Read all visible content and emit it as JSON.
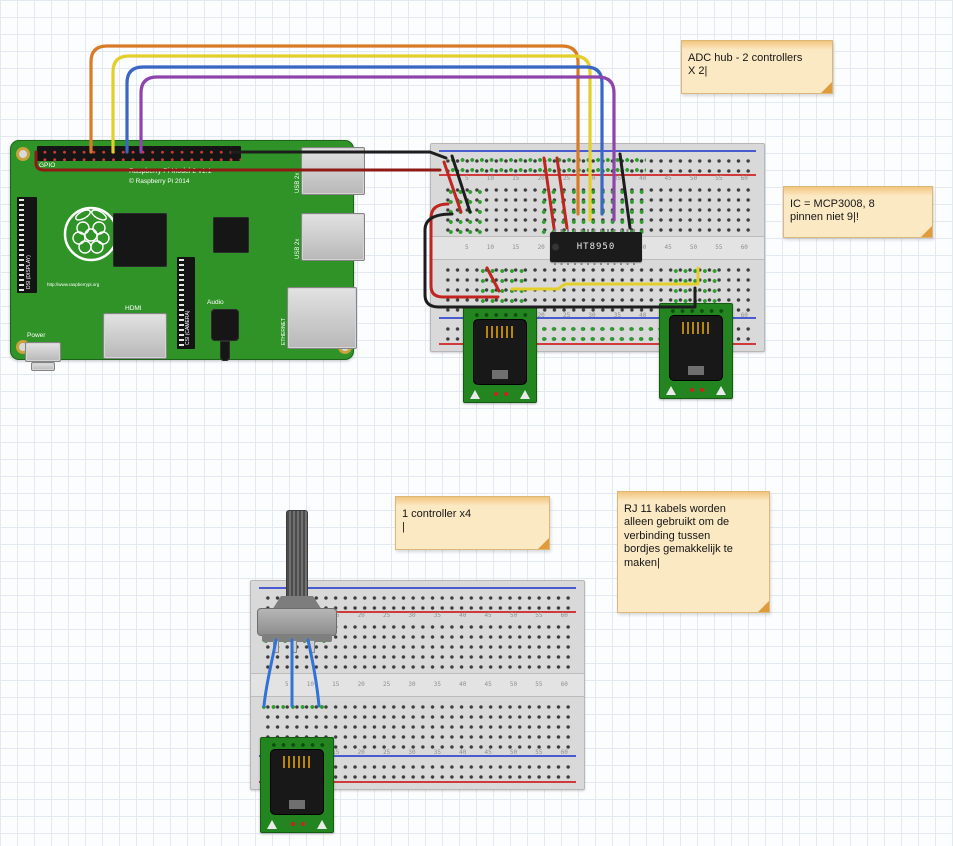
{
  "notes": [
    {
      "text": "ADC hub - 2 controllers\nX 2|"
    },
    {
      "text": "IC = MCP3008, 8\npinnen niet 9|!"
    },
    {
      "text": "1 controller  x4\n|"
    },
    {
      "text": "RJ 11 kabels worden\nalleen gebruikt om de\nverbinding tussen\nbordjes gemakkelijk te\nmaken|"
    }
  ],
  "raspberry_pi": {
    "gpio_label": "GPIO",
    "model_label": "Raspberry Pi Model 2 v1.1",
    "copyright_label": "© Raspberry Pi 2014",
    "url_label": "http://www.raspberrypi.org",
    "power_label": "Power",
    "hdmi_label": "HDMI",
    "audio_label": "Audio",
    "usb_label": "USB 2x",
    "ethernet_label": "ETHERNET",
    "dsi_label": "DSI (DISPLAY)",
    "csi_label": "CSI (CAMERA)"
  },
  "breadboard": {
    "ic_label": "HT8950",
    "column_labels": [
      "5",
      "10",
      "15",
      "20",
      "25",
      "30",
      "35",
      "40",
      "45",
      "50",
      "55",
      "60"
    ]
  },
  "wire_colors": {
    "orange": "#d97b26",
    "yellow": "#e3cf2a",
    "blue": "#3a66c4",
    "purple": "#8e44ad",
    "black": "#1d1d1d",
    "red": "#c0251f",
    "dark_red": "#8f1a15",
    "pot_blue": "#3273d8"
  },
  "highlight_green": "#2f9e2f"
}
